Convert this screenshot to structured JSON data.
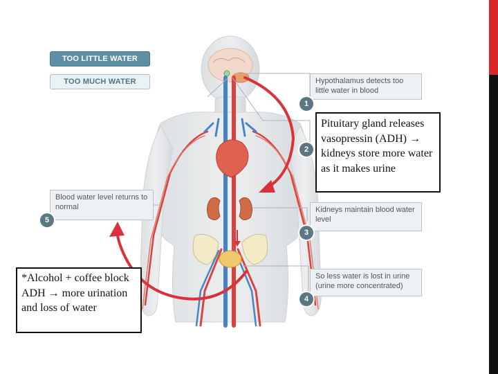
{
  "buttons": {
    "too_little": "TOO LITTLE WATER",
    "too_much": "TOO MUCH WATER"
  },
  "steps": [
    {
      "number": "1",
      "text": "Hypothalamus detects too little water in blood"
    },
    {
      "number": "2",
      "text": ""
    },
    {
      "number": "3",
      "text": "Kidneys maintain blood water level"
    },
    {
      "number": "4",
      "text": "So less water is lost in urine (urine more concentrated)"
    },
    {
      "number": "5",
      "text": "Blood water level returns to normal"
    }
  ],
  "notes": {
    "pituitary": "Pituitary gland releases vasopressin (ADH) → kidneys store more water as it makes urine",
    "alcohol": "*Alcohol + coffee block ADH → more urination and loss of water"
  },
  "colors": {
    "accent_red": "#d9262b",
    "arrow_red": "#d8333a",
    "step_circle": "#5d7684",
    "active_button": "#5f8fa3"
  }
}
